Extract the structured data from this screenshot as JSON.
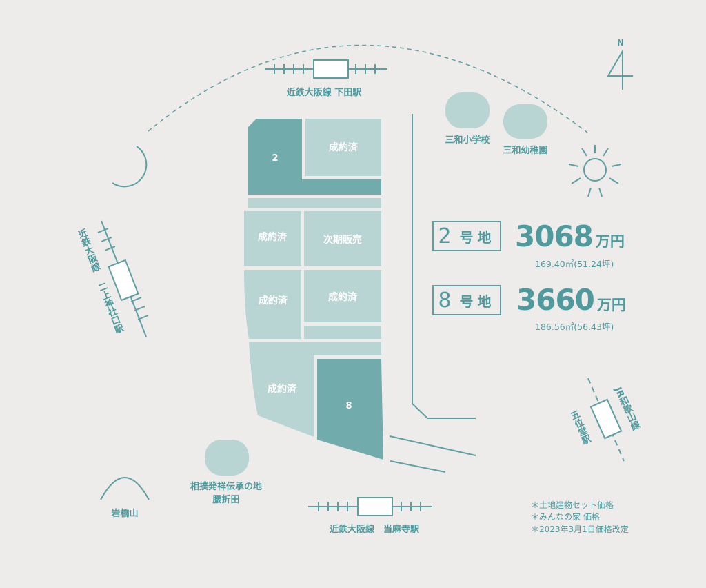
{
  "compass": {
    "letter": "N"
  },
  "stations": {
    "north": {
      "label": "近鉄大阪線 下田駅"
    },
    "south": {
      "label": "近鉄大阪線　当麻寺駅"
    },
    "west": {
      "label_line": "近鉄大阪線",
      "label_station": "二上神社口駅"
    },
    "east": {
      "label_line": "JR和歌山線",
      "label_station": "五位堂駅"
    }
  },
  "landmarks": {
    "elementary": "三和小学校",
    "kindergarten": "三和幼稚園",
    "sumo_line1": "相撲発祥伝承の地",
    "sumo_line2": "腰折田",
    "mountain": "岩橋山"
  },
  "plots": [
    {
      "id": "2",
      "label": "2",
      "status": "available"
    },
    {
      "id": "a",
      "label": "成約済",
      "status": "sold"
    },
    {
      "id": "b",
      "label": "成約済",
      "status": "sold"
    },
    {
      "id": "c",
      "label": "次期販売",
      "status": "upcoming"
    },
    {
      "id": "d",
      "label": "成約済",
      "status": "sold"
    },
    {
      "id": "e",
      "label": "成約済",
      "status": "sold"
    },
    {
      "id": "f",
      "label": "成約済",
      "status": "sold"
    },
    {
      "id": "8",
      "label": "8",
      "status": "available"
    }
  ],
  "prices": [
    {
      "number": "2",
      "lot_label": "号地",
      "price": "3068",
      "unit": "万円",
      "area": "169.40㎡(51.24坪)"
    },
    {
      "number": "8",
      "lot_label": "号地",
      "price": "3660",
      "unit": "万円",
      "area": "186.56㎡(56.43坪)"
    }
  ],
  "notes": [
    "＊土地建物セット価格",
    "＊みんなの家 価格",
    "＊2023年3月1日価格改定"
  ],
  "colors": {
    "background": "#eeebeb",
    "available": "#72abac",
    "sold": "#b8d5d3",
    "road": "#5ea0a2",
    "text": "#4f9a9c"
  }
}
